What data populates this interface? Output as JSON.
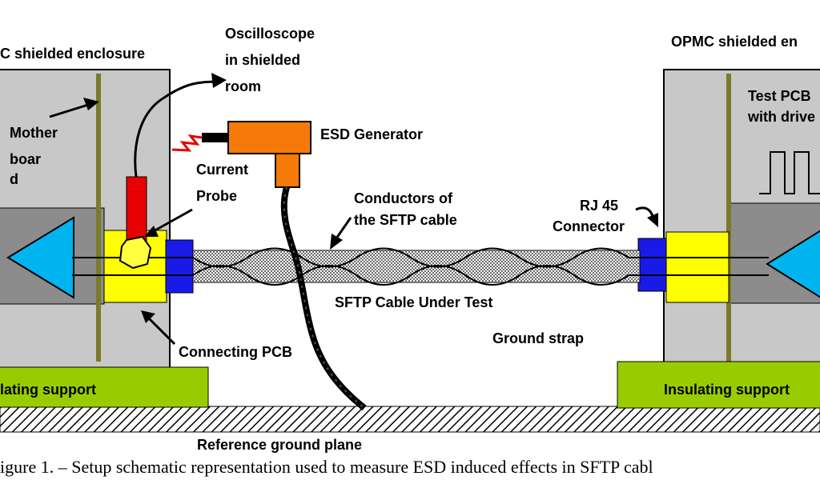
{
  "left_enclosure": {
    "title": "C shielded enclosure",
    "motherboard_lines": [
      "Mother",
      "boar",
      "d"
    ],
    "support_label": "lating support"
  },
  "right_enclosure": {
    "title": "OPMC shielded en",
    "pcb_lines": [
      "Test PCB",
      "with drive"
    ],
    "support_label": "Insulating support"
  },
  "oscilloscope_lines": [
    "Oscilloscope",
    "in shielded",
    "room"
  ],
  "esd_generator_label": "ESD Generator",
  "current_probe_lines": [
    "Current",
    "Probe"
  ],
  "conductors_lines": [
    "Conductors of",
    "the SFTP cable"
  ],
  "rj45_lines": [
    "RJ 45",
    "Connector"
  ],
  "cable_label": "SFTP Cable Under Test",
  "ground_strap_label": "Ground strap",
  "connecting_pcb_label": "Connecting PCB",
  "ground_plane_label": "Reference ground plane",
  "caption": "igure 1.   –   Setup schematic representation used to measure ESD induced effects in SFTP cabl",
  "colors": {
    "enclosure": "#c8c8c8",
    "board_band": "#8c8c8c",
    "motherboard_line": "#7a7a28",
    "driver_triangle": "#00b4f0",
    "pcb_yellow": "#ffff00",
    "connector_blue": "#1a1ae6",
    "esd_orange": "#f57a0a",
    "probe_red": "#e60000",
    "support_green": "#99cc00"
  }
}
